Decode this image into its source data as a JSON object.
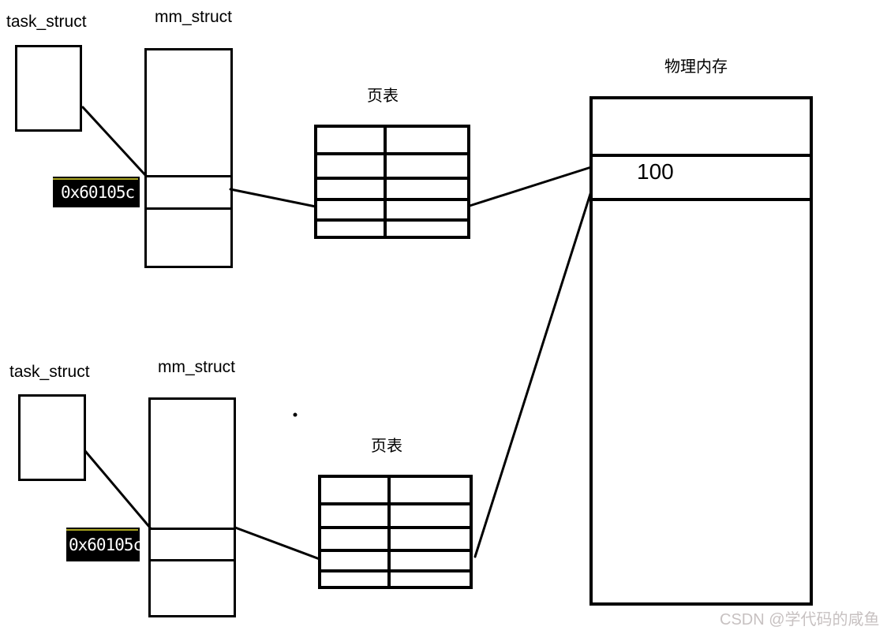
{
  "process1": {
    "task_label": "task_struct",
    "mm_label": "mm_struct",
    "virtual_address": "0x60105c",
    "page_table_label": "页表"
  },
  "process2": {
    "task_label": "task_struct",
    "mm_label": "mm_struct",
    "virtual_address": "0x60105c",
    "page_table_label": "页表"
  },
  "physical_memory": {
    "label": "物理内存",
    "cell_value": "100"
  },
  "watermark": "CSDN @学代码的咸鱼",
  "colors": {
    "line": "#000000",
    "address_box_bg": "#000000",
    "address_box_text": "#ffffff",
    "address_box_stripe": "#aaa520",
    "watermark_text": "#c7c1c1"
  }
}
